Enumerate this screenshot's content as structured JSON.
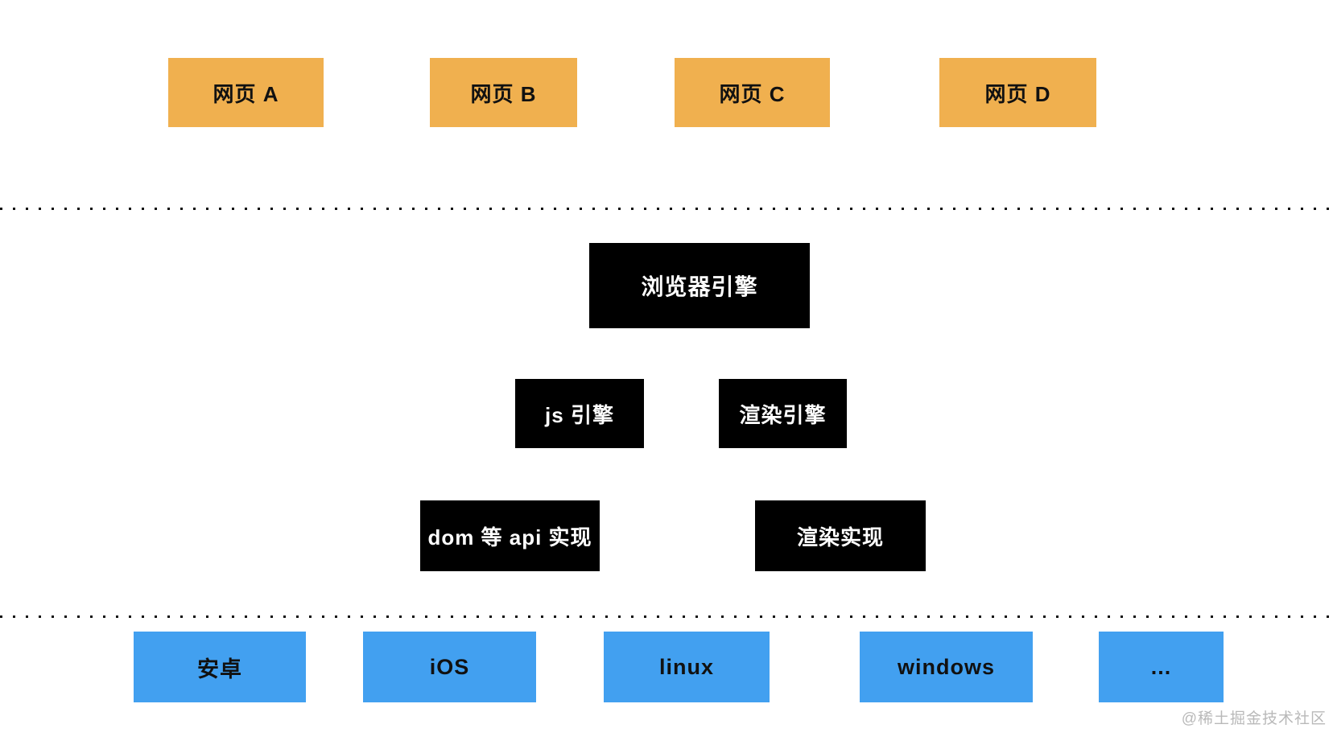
{
  "diagram": {
    "web_page_row": [
      {
        "label": "网页 A"
      },
      {
        "label": "网页 B"
      },
      {
        "label": "网页 C"
      },
      {
        "label": "网页 D"
      }
    ],
    "browser_engine": {
      "label": "浏览器引擎"
    },
    "engine_row": [
      {
        "label": "js 引擎"
      },
      {
        "label": "渲染引擎"
      }
    ],
    "implementation_row": [
      {
        "label": "dom 等 api 实现"
      },
      {
        "label": "渲染实现"
      }
    ],
    "platform_row": [
      {
        "label": "安卓"
      },
      {
        "label": "iOS"
      },
      {
        "label": "linux"
      },
      {
        "label": "windows"
      },
      {
        "label": "..."
      }
    ]
  },
  "watermark": {
    "label": "@稀土掘金技术社区"
  },
  "colors": {
    "web_page_fill": "#F0B04F",
    "engine_fill": "#000000",
    "platform_fill": "#42A0F0",
    "text_on_light": "#111111",
    "text_on_dark": "#ffffff",
    "separator_color": "#111111",
    "watermark_color": "#b9b9b9"
  }
}
